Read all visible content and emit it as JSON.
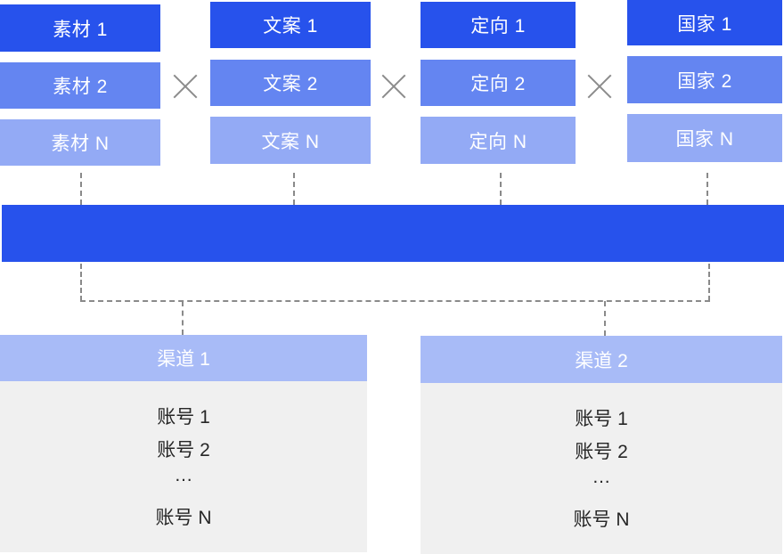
{
  "columns": [
    {
      "items": [
        "素材 1",
        "素材 2",
        "素材 N"
      ]
    },
    {
      "items": [
        "文案 1",
        "文案 2",
        "文案 N"
      ]
    },
    {
      "items": [
        "定向 1",
        "定向 2",
        "定向 N"
      ]
    },
    {
      "items": [
        "国家 1",
        "国家 2",
        "国家 N"
      ]
    }
  ],
  "channels": [
    {
      "title": "渠道 1",
      "accounts": [
        "账号 1",
        "账号 2",
        "…",
        "账号 N"
      ]
    },
    {
      "title": "渠道 2",
      "accounts": [
        "账号 1",
        "账号 2",
        "…",
        "账号 N"
      ]
    }
  ],
  "colors": {
    "level1": "#2752EC",
    "level2": "#6485F1",
    "level3": "#93AAF5",
    "channel_header": "#A8BBF7",
    "channel_body": "#F0F0F0",
    "connector": "#8A8A8A"
  }
}
